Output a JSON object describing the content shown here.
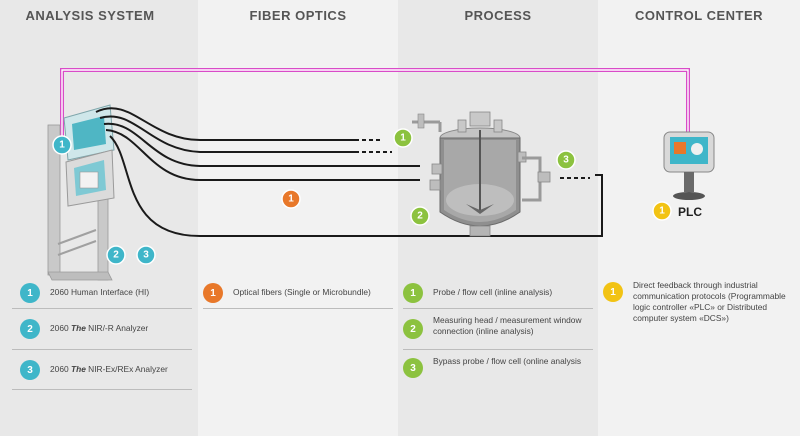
{
  "colors": {
    "cyan": "#3fb6c9",
    "orange": "#e8782a",
    "green": "#8cc23f",
    "yellow": "#f2c314",
    "magenta": "#d94bc8",
    "cable": "#1a1a1a"
  },
  "columns": [
    {
      "title": "ANALYSIS SYSTEM"
    },
    {
      "title": "FIBER OPTICS"
    },
    {
      "title": "PROCESS"
    },
    {
      "title": "CONTROL CENTER"
    }
  ],
  "diagram_badges": {
    "hi": "1",
    "nir_r": "2",
    "nir_ex": "3",
    "fiber": "1",
    "probe": "1",
    "measuring_head": "2",
    "bypass": "3",
    "plc": "1"
  },
  "plc_label": "PLC",
  "legends": {
    "analysis": [
      {
        "num": "1",
        "text": "2060 Human Interface (HI)"
      },
      {
        "num": "2",
        "pre": "2060 ",
        "em": "The",
        "post": " NIR/-R Analyzer"
      },
      {
        "num": "3",
        "pre": "2060 ",
        "em": "The",
        "post": " NIR-Ex/REx Analyzer"
      }
    ],
    "fiber": [
      {
        "num": "1",
        "text": "Optical fibers (Single or Microbundle)"
      }
    ],
    "process": [
      {
        "num": "1",
        "text": "Probe / flow cell (inline analysis)"
      },
      {
        "num": "2",
        "text": "Measuring head / measurement window connection (inline analysis)"
      },
      {
        "num": "3",
        "text": "Bypass probe / flow cell (online analysis"
      }
    ],
    "control": [
      {
        "num": "1",
        "text": "Direct feedback through industrial communication protocols (Programmable logic controller «PLC» or Distributed computer system «DCS»)"
      }
    ]
  }
}
